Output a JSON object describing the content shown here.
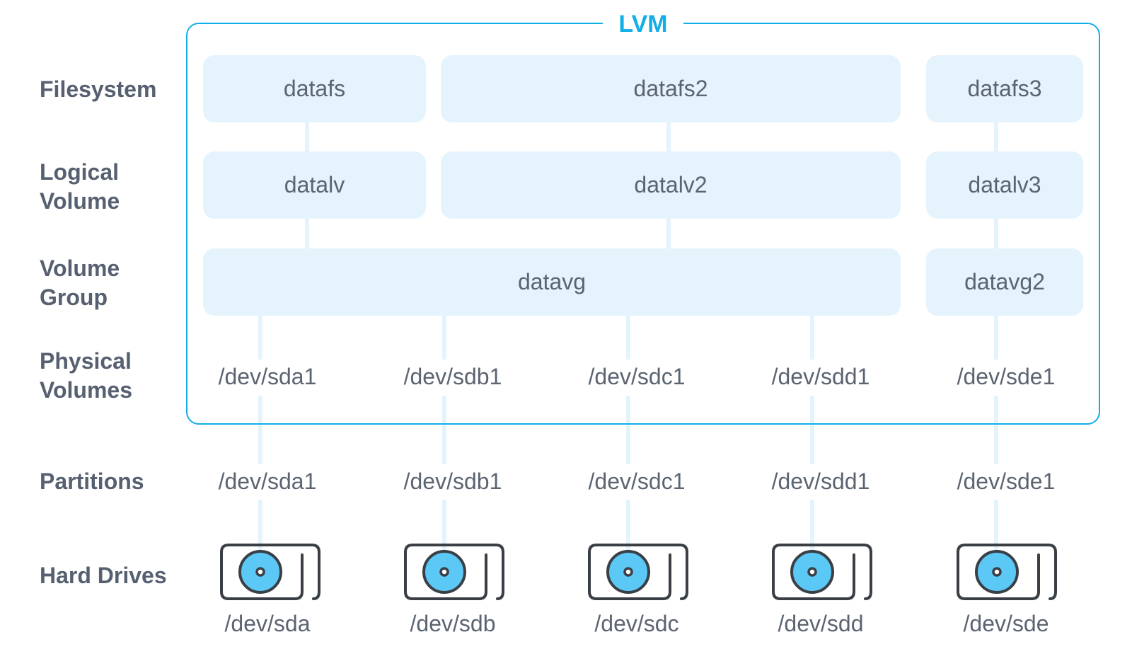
{
  "diagram": {
    "title": "LVM",
    "row_labels": {
      "filesystem": "Filesystem",
      "logical_volume_1": "Logical",
      "logical_volume_2": "Volume",
      "volume_group_1": "Volume",
      "volume_group_2": "Group",
      "physical_volumes_1": "Physical",
      "physical_volumes_2": "Volumes",
      "partitions": "Partitions",
      "hard_drives": "Hard Drives"
    },
    "filesystems": [
      "datafs",
      "datafs2",
      "datafs3"
    ],
    "logical_volumes": [
      "datalv",
      "datalv2",
      "datalv3"
    ],
    "volume_groups": [
      "datavg",
      "datavg2"
    ],
    "physical_volumes": [
      "/dev/sda1",
      "/dev/sdb1",
      "/dev/sdc1",
      "/dev/sdd1",
      "/dev/sde1"
    ],
    "partitions": [
      "/dev/sda1",
      "/dev/sdb1",
      "/dev/sdc1",
      "/dev/sdd1",
      "/dev/sde1"
    ],
    "hard_drives": [
      "/dev/sda",
      "/dev/sdb",
      "/dev/sdc",
      "/dev/sdd",
      "/dev/sde"
    ],
    "drive_icon": "hard-drive-icon",
    "colors": {
      "accent": "#12aee8",
      "box_fill": "#e5f3fd",
      "label_text": "#566070",
      "node_text": "#5b6471",
      "disc_fill": "#5bc8f5",
      "drive_outline": "#3a3f46"
    }
  }
}
